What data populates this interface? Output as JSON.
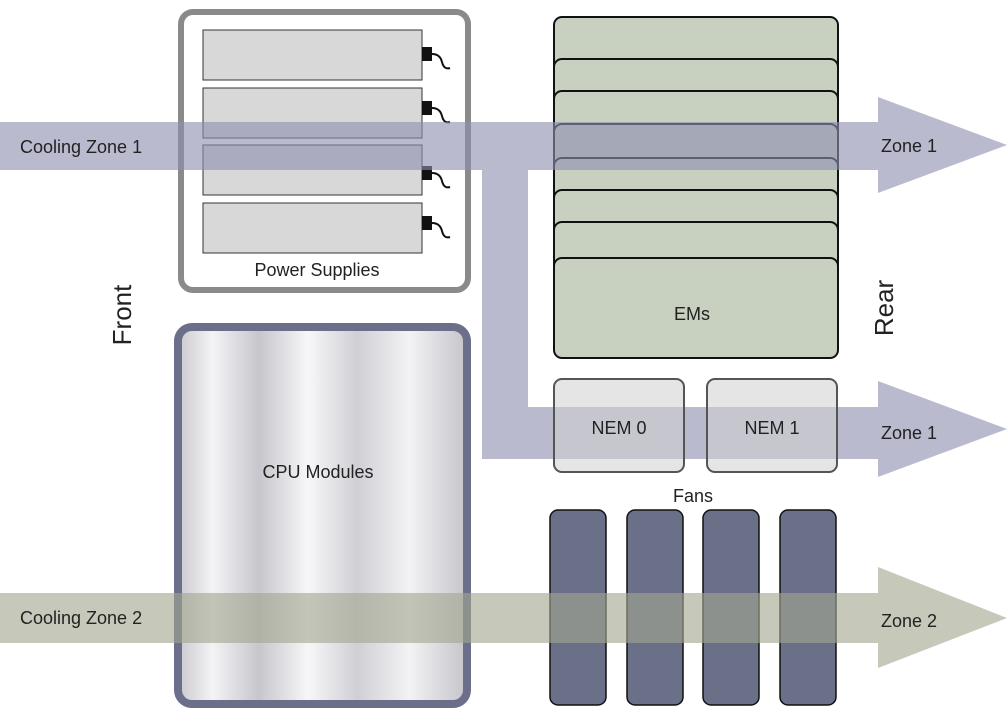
{
  "labels": {
    "cooling_zone_1": "Cooling Zone 1",
    "cooling_zone_2": "Cooling Zone 2",
    "zone1_top": "Zone 1",
    "zone1_bottom": "Zone 1",
    "zone2": "Zone 2",
    "front": "Front",
    "rear": "Rear",
    "power_supplies": "Power Supplies",
    "cpu_modules": "CPU Modules",
    "ems": "EMs",
    "nem0": "NEM 0",
    "nem1": "NEM 1",
    "fans": "Fans"
  },
  "colors": {
    "zone1_arrow": "#a3a3bd",
    "zone2_arrow": "#b5b8aa",
    "em_fill": "#c8d0c0",
    "fan_fill": "#6b7089",
    "cpu_border": "#6b6f8a",
    "psu_border": "#8a8a8a"
  }
}
